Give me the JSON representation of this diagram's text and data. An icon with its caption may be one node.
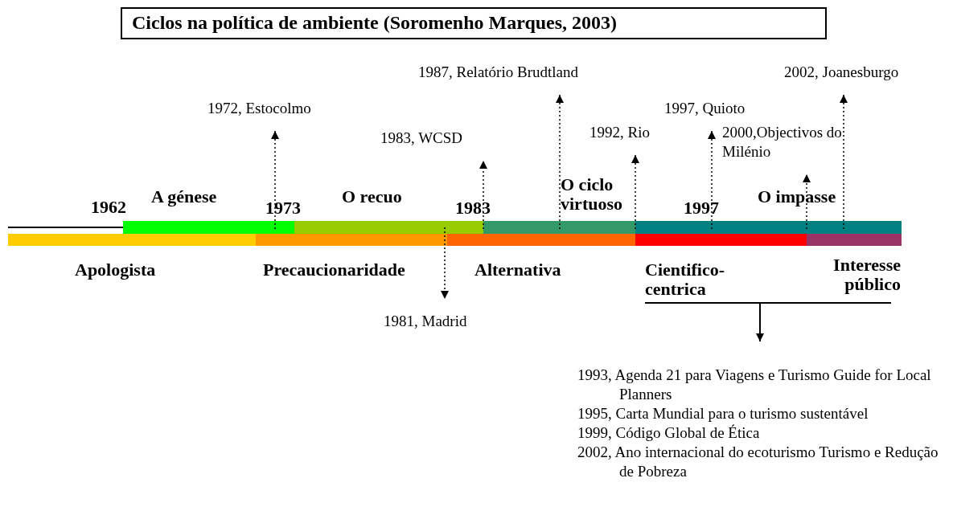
{
  "diagram": {
    "title": "Ciclos na política de ambiente (Soromenho Marques, 2003)",
    "nodes": [
      {
        "text": [
          "1972, Estocolmo"
        ]
      },
      {
        "text": [
          "1987, Relatório Brudtland"
        ]
      },
      {
        "text": [
          "1983, WCSD"
        ]
      },
      {
        "text": [
          "1992, Rio"
        ]
      },
      {
        "text": [
          "1997, Quioto"
        ]
      },
      {
        "text": [
          "2000,Objectivos do Milénio"
        ]
      },
      {
        "text": [
          "2002, Joanesburgo"
        ]
      },
      {
        "text": [
          "1981, Madrid"
        ]
      },
      {
        "text": [
          "1993, Agenda 21 para Viagens e Turismo Guide for Local Planners",
          "1995, Carta Mundial para o turismo sustentável",
          "1999, Código Global de Ética",
          "2002, Ano internacional do ecoturismo Turismo e Redução de Pobreza"
        ]
      }
    ],
    "edges": [
      {
        "from": null,
        "to": 0,
        "arrow": "to",
        "style": "dashed"
      },
      {
        "from": null,
        "to": 1,
        "arrow": "to",
        "style": "dashed"
      },
      {
        "from": null,
        "to": 2,
        "arrow": "to",
        "style": "dashed"
      },
      {
        "from": null,
        "to": 3,
        "arrow": "to",
        "style": "dashed"
      },
      {
        "from": null,
        "to": 4,
        "arrow": "to",
        "style": "dashed"
      },
      {
        "from": null,
        "to": 5,
        "arrow": "to",
        "style": "dashed"
      },
      {
        "from": null,
        "to": 6,
        "arrow": "to",
        "style": "dashed"
      },
      {
        "from": null,
        "to": 7,
        "arrow": "to",
        "style": "dashed"
      },
      {
        "from": null,
        "to": 8,
        "arrow": "to"
      }
    ],
    "labels": [
      "1962",
      "A génese",
      "1973",
      "O recuo",
      "1983",
      "O ciclo virtuoso",
      "1997",
      "O impasse",
      "Apologista",
      "Precaucionaridade",
      "Alternativa",
      "Cientifico-centrica",
      "Interesse público"
    ]
  }
}
